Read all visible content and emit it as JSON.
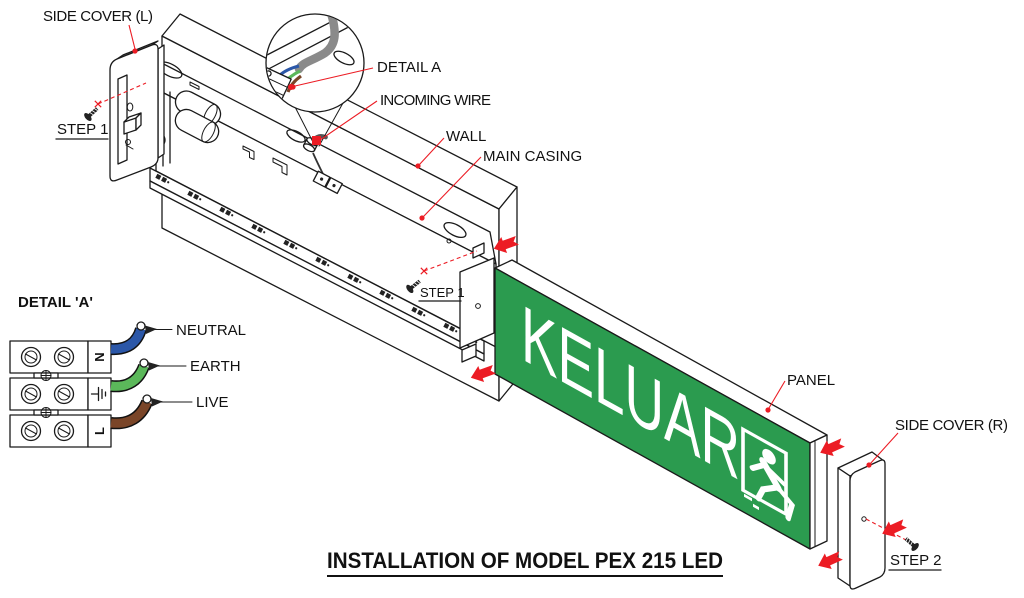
{
  "title": {
    "text": "INSTALLATION OF MODEL PEX 215 LED"
  },
  "sign": {
    "text": "KELUAR",
    "pictogram": "running-man-exit-icon"
  },
  "callouts": {
    "side_cover_l": "SIDE COVER (L)",
    "step_1": "STEP 1",
    "detail_a": "DETAIL A",
    "incoming_wire": "INCOMING WIRE",
    "wall": "WALL",
    "main_casing": "MAIN CASING",
    "panel": "PANEL",
    "side_cover_r": "SIDE COVER (R)",
    "step_2": "STEP 2"
  },
  "detail_a_diagram": {
    "heading": "DETAIL 'A'",
    "terminals": [
      {
        "marking": "N",
        "wire_label": "NEUTRAL",
        "color_key": "wire_neutral_blue"
      },
      {
        "marking": "⏚",
        "wire_label": "EARTH",
        "color_key": "wire_earth_green"
      },
      {
        "marking": "L",
        "wire_label": "LIVE",
        "color_key": "wire_live_brown"
      }
    ]
  },
  "colors": {
    "accent_red": "#EC1C24",
    "panel_green": "#2B9B4F",
    "wire_neutral_blue": "#2B57A8",
    "wire_earth_green": "#5BB85A",
    "wire_live_brown": "#7A4528",
    "cable_gray": "#8A8A8A",
    "line_black": "#1A1A1A"
  }
}
